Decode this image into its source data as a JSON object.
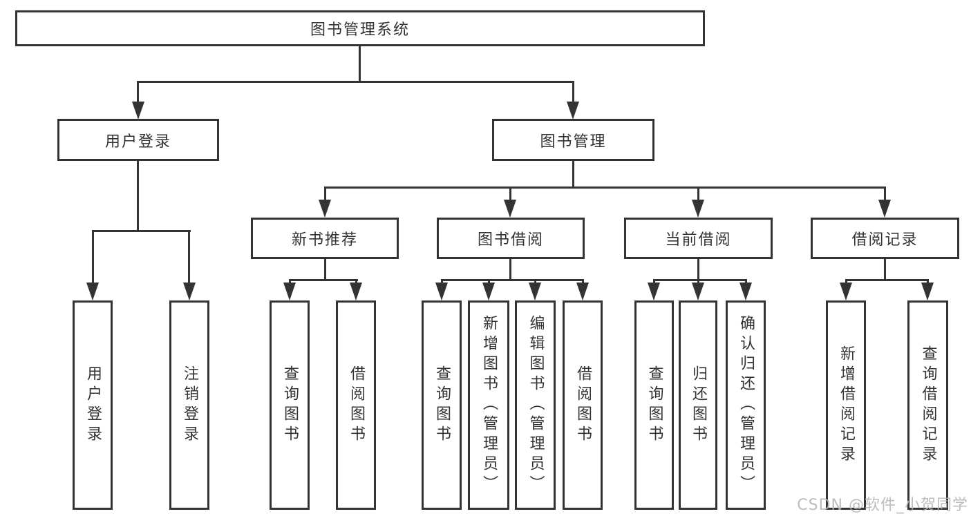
{
  "diagram": {
    "type": "hierarchy-tree",
    "title_node": "图书管理系统",
    "nodes": {
      "root": "图书管理系统",
      "login": "用户登录",
      "mgmt": "图书管理",
      "recommend": "新书推荐",
      "borrow": "图书借阅",
      "current": "当前借阅",
      "records": "借阅记录",
      "login_user": "用户登录",
      "login_logout": "注销登录",
      "rec_query": "查询图书",
      "rec_borrow": "借阅图书",
      "bor_query": "查询图书",
      "bor_add": "新增图书（管理员）",
      "bor_edit": "编辑图书（管理员）",
      "bor_borrow": "借阅图书",
      "cur_query": "查询图书",
      "cur_return": "归还图书",
      "cur_confirm": "确认归还（管理员）",
      "recd_add": "新增借阅记录",
      "recd_query": "查询借阅记录"
    },
    "edges": [
      {
        "parent": "图书管理系统",
        "children": [
          "用户登录",
          "图书管理"
        ]
      },
      {
        "parent": "用户登录",
        "children": [
          "用户登录",
          "注销登录"
        ]
      },
      {
        "parent": "图书管理",
        "children": [
          "新书推荐",
          "图书借阅",
          "当前借阅",
          "借阅记录"
        ]
      },
      {
        "parent": "新书推荐",
        "children": [
          "查询图书",
          "借阅图书"
        ]
      },
      {
        "parent": "图书借阅",
        "children": [
          "查询图书",
          "新增图书（管理员）",
          "编辑图书（管理员）",
          "借阅图书"
        ]
      },
      {
        "parent": "当前借阅",
        "children": [
          "查询图书",
          "归还图书",
          "确认归还（管理员）"
        ]
      },
      {
        "parent": "借阅记录",
        "children": [
          "新增借阅记录",
          "查询借阅记录"
        ]
      }
    ],
    "colors": {
      "line": "#333333",
      "text": "#333333",
      "background": "#ffffff",
      "watermark_text_color": "#b5b5b5"
    }
  },
  "watermark": {
    "text": "CSDN @软件_小贺同学"
  }
}
